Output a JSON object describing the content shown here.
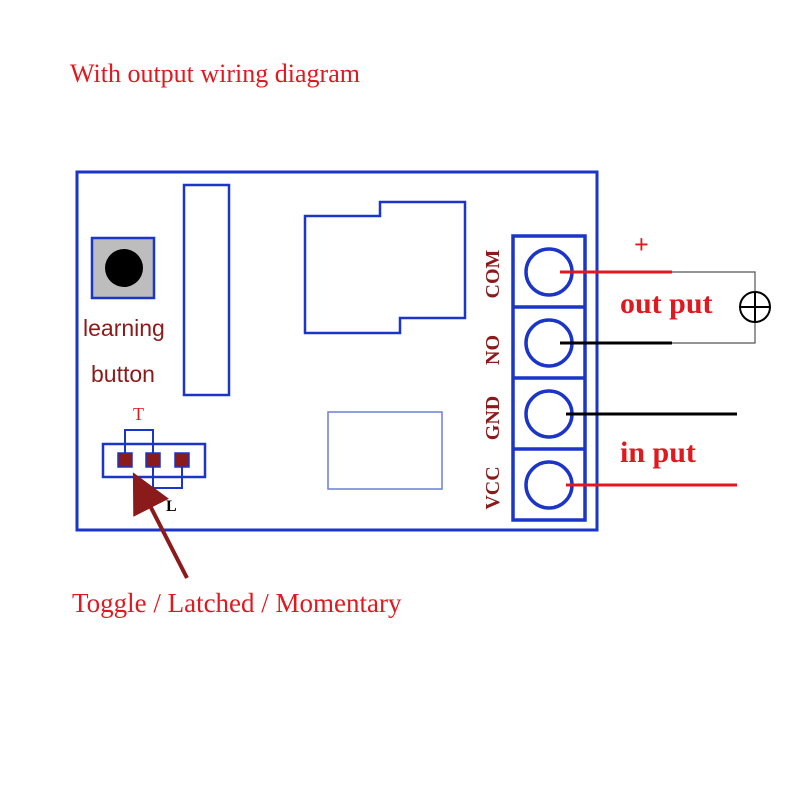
{
  "title": "With output wiring diagram",
  "board": {
    "learning_label_line1": "learning",
    "learning_label_line2": "button",
    "jumper_top_label": "T",
    "jumper_bottom_label": "L",
    "terminals": [
      "COM",
      "NO",
      "GND",
      "VCC"
    ]
  },
  "wiring": {
    "plus_sign": "+",
    "output_label": "out put",
    "input_label": "in put",
    "load_symbol": "lamp-icon"
  },
  "caption": "Toggle / Latched / Momentary",
  "colors": {
    "board_outline": "#1a35c8",
    "red_text": "#e0191f",
    "dark_red": "#8b1a1a",
    "wire_red": "#e0191f",
    "wire_black": "#000000"
  }
}
